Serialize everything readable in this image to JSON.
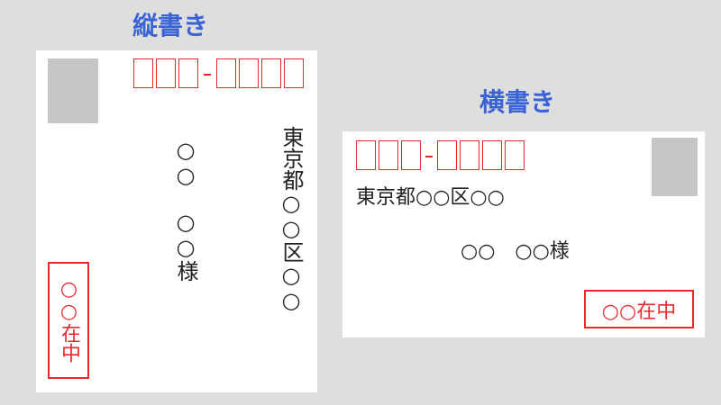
{
  "vertical": {
    "title": "縦書き",
    "address": "東京都○○区○○",
    "name": "○○　○○様",
    "enclosure": "○○在中"
  },
  "horizontal": {
    "title": "横書き",
    "address": "東京都○○区○○",
    "name": "○○　○○様",
    "enclosure": "○○在中"
  },
  "colors": {
    "title": "#3a63d6",
    "red": "#e8282c",
    "stamp": "#c6c6c6"
  }
}
